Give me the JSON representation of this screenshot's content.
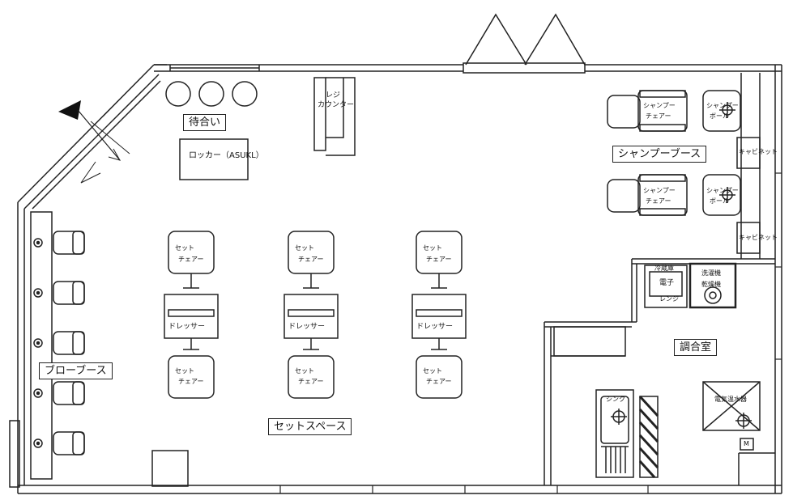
{
  "labels": {
    "waiting": "待合い",
    "locker": "ロッカー（ASUKL）",
    "register": "レジ",
    "counter": "カウンター",
    "shampoo_chair_1": "シャンプー",
    "shampoo_chair_2": "チェアー",
    "shampoo_bowl_1": "シャンプー",
    "shampoo_bowl_2": "ボール",
    "shampoo_booth": "シャンプーブース",
    "cabinet": "キャビネット",
    "set_chair_1": "セット",
    "set_chair_2": "チェアー",
    "dresser": "ドレッサー",
    "blow_booth": "ブローブース",
    "set_space": "セットスペース",
    "fridge": "冷蔵庫",
    "microwave_1": "電子",
    "microwave_2": "レンジ",
    "washer_1": "洗濯機",
    "washer_2": "乾燥機",
    "prep_room": "調合室",
    "sink": "シンク",
    "water_heater": "電気温水器",
    "m_mark": "M"
  }
}
